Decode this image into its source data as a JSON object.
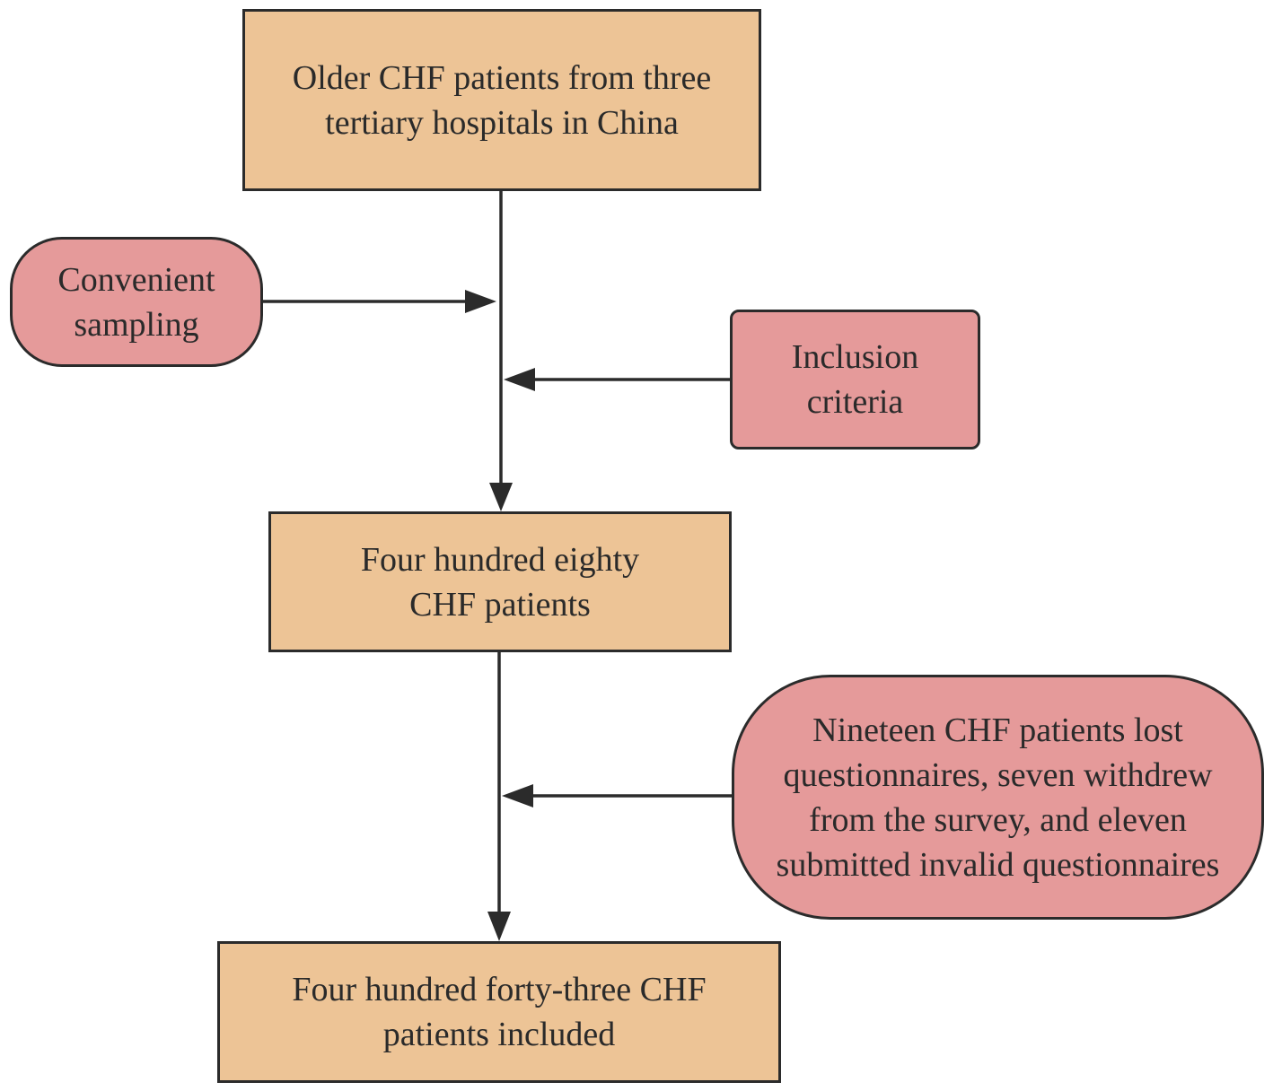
{
  "diagram": {
    "type": "flowchart",
    "colors": {
      "box_fill": "#edc496",
      "side_fill": "#e59a9a",
      "stroke": "#2b2b2b"
    },
    "nodes": {
      "source": "Older CHF patients from three\ntertiary hospitals in China",
      "sampling": "Convenient\nsampling",
      "inclusion": "Inclusion\ncriteria",
      "eligible": "Four hundred eighty\nCHF patients",
      "excluded": "Nineteen CHF patients lost\nquestionnaires, seven withdrew\nfrom the survey, and eleven\nsubmitted invalid questionnaires",
      "final": "Four hundred forty-three CHF\npatients included"
    },
    "edges": [
      {
        "from": "source",
        "to": "eligible"
      },
      {
        "from": "sampling",
        "to": "source-eligible-line"
      },
      {
        "from": "inclusion",
        "to": "source-eligible-line"
      },
      {
        "from": "eligible",
        "to": "final"
      },
      {
        "from": "excluded",
        "to": "eligible-final-line"
      }
    ]
  }
}
